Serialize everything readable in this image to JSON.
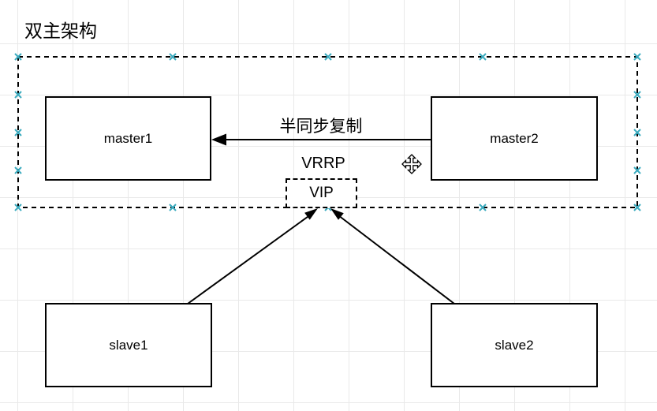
{
  "title": "双主架构",
  "nodes": [
    {
      "id": "master1",
      "label": "master1",
      "shape": "rectangle"
    },
    {
      "id": "master2",
      "label": "master2",
      "shape": "rectangle"
    },
    {
      "id": "slave1",
      "label": "slave1",
      "shape": "rectangle"
    },
    {
      "id": "slave2",
      "label": "slave2",
      "shape": "rectangle"
    },
    {
      "id": "vip",
      "label": "VIP",
      "shape": "dashed-rectangle"
    }
  ],
  "labels": {
    "replication": "半同步复制",
    "vrrp": "VRRP"
  },
  "edges": [
    {
      "from": "master2",
      "to": "master1",
      "label": "半同步复制",
      "style": "solid-arrow"
    },
    {
      "from": "slave1",
      "to": "vip",
      "label": "",
      "style": "solid-arrow"
    },
    {
      "from": "slave2",
      "to": "vip",
      "label": "",
      "style": "solid-arrow"
    }
  ],
  "selection": {
    "selected": true,
    "handle_count": 16
  },
  "icons": {
    "move": "move-cursor-icon"
  },
  "colors": {
    "handle-color": "#3aabbf",
    "grid-color": "#e9e9e9",
    "line-color": "#000000",
    "canvas-bg": "#ffffff"
  }
}
